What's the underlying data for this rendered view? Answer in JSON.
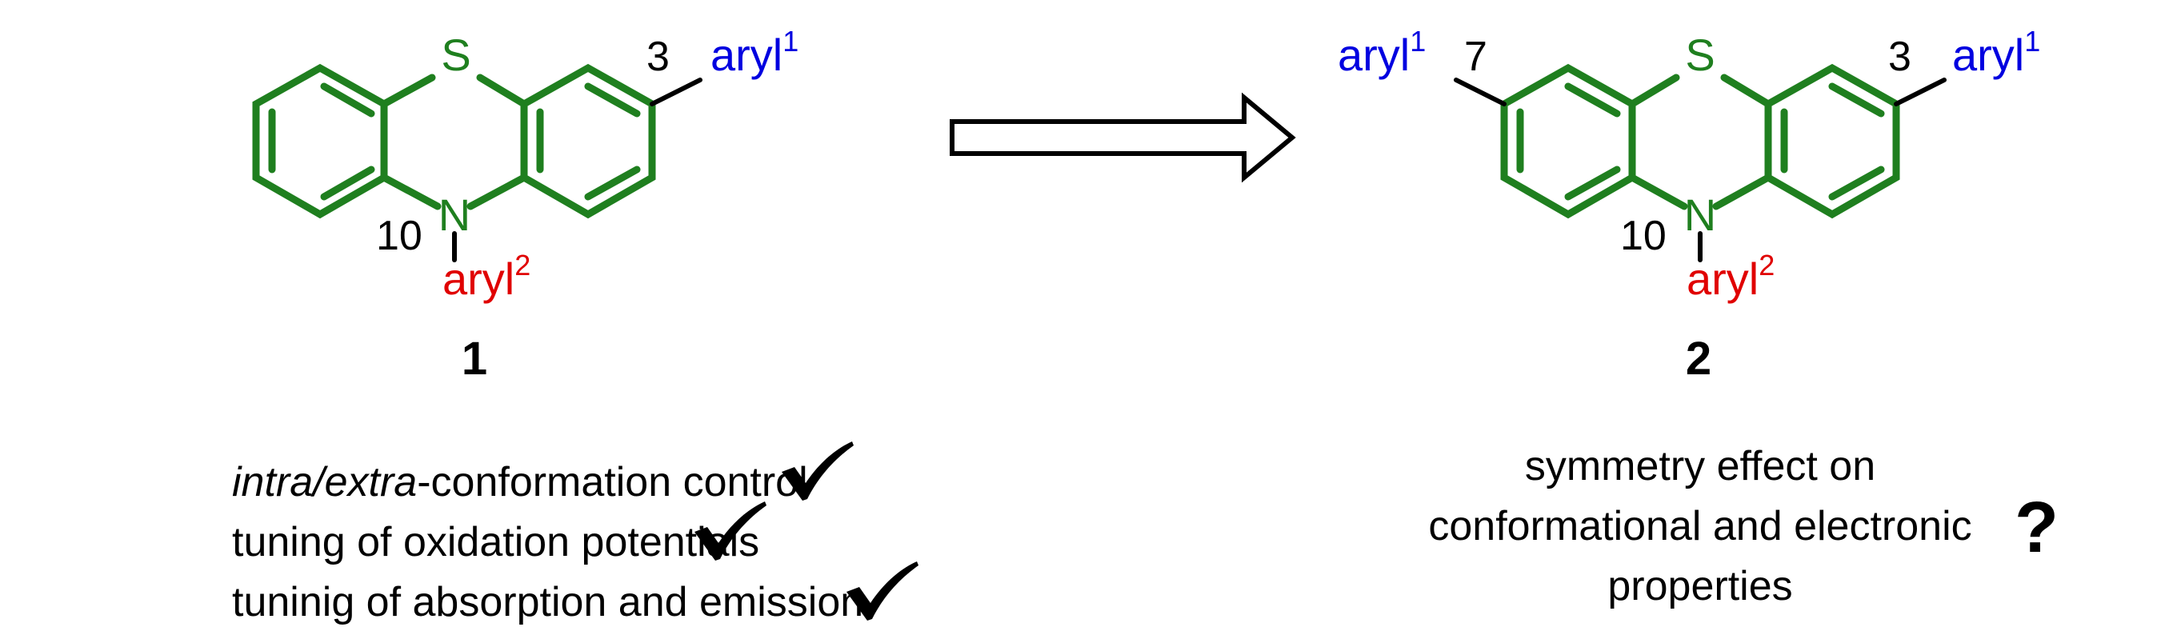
{
  "colors": {
    "scaffold": "#1f7f1f",
    "aryl1": "#0000e0",
    "aryl2": "#e00000",
    "text": "#000000"
  },
  "compound1": {
    "label": "1",
    "sulfur": "S",
    "nitrogen": "N",
    "pos_3": "3",
    "pos_10": "10",
    "aryl1": {
      "text": "aryl",
      "sup": "1"
    },
    "aryl2": {
      "text": "aryl",
      "sup": "2"
    }
  },
  "compound2": {
    "label": "2",
    "sulfur": "S",
    "nitrogen": "N",
    "pos_3": "3",
    "pos_7": "7",
    "pos_10": "10",
    "aryl1_left": {
      "text": "aryl",
      "sup": "1"
    },
    "aryl1_right": {
      "text": "aryl",
      "sup": "1"
    },
    "aryl2": {
      "text": "aryl",
      "sup": "2"
    }
  },
  "left_notes": {
    "line1_italic": "intra/extra",
    "line1_rest": "-conformation control",
    "line2": "tuning of oxidation potentials",
    "line3": "tuninig of absorption and emission",
    "check_icon": "checkmark-icon"
  },
  "right_notes": {
    "line1": "symmetry effect on",
    "line2": "conformational and electronic",
    "line3": "properties",
    "question": "?"
  },
  "arrow_icon": "open-arrow-right-icon"
}
